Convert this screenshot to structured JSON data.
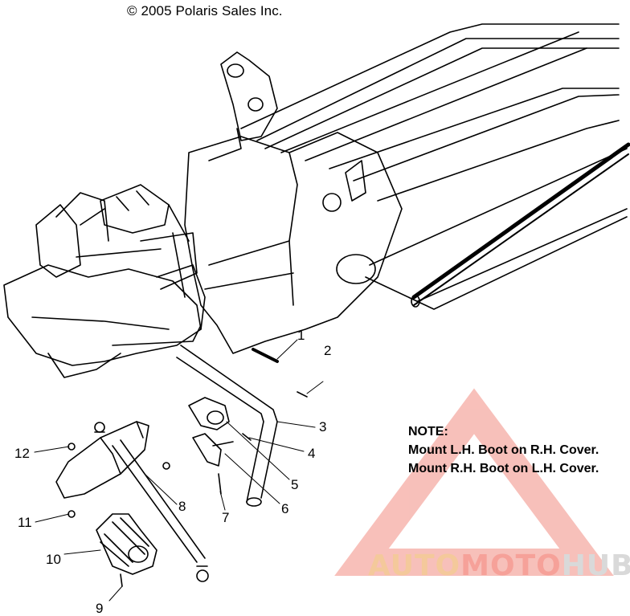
{
  "copyright": "© 2005 Polaris Sales Inc.",
  "note": {
    "heading": "NOTE:",
    "lines": [
      "Mount L.H. Boot on R.H. Cover.",
      "Mount R.H. Boot on L.H. Cover."
    ]
  },
  "callouts": [
    "1",
    "2",
    "3",
    "4",
    "5",
    "6",
    "7",
    "8",
    "9",
    "10",
    "11",
    "12"
  ],
  "watermark": {
    "part1": "AUTO",
    "part2": "MOTO",
    "part3": "HUB"
  },
  "colors": {
    "watermark_red": "#f28d82",
    "watermark_orange": "#f4c99b",
    "watermark_grey": "#d9d9d9"
  }
}
